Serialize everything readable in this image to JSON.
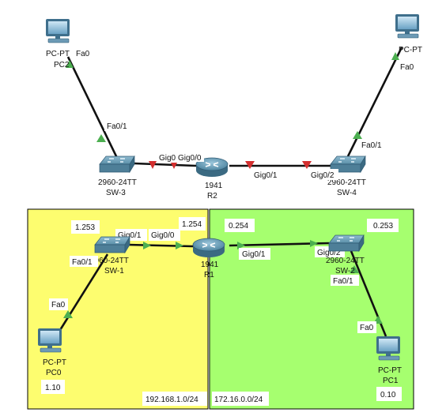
{
  "colors": {
    "zone_left": "#fdfd6f",
    "zone_right": "#a6ff6f",
    "link": "#111111",
    "port_up": "#4caf50",
    "port_down": "#d32f2f",
    "device_body": "#5a8fa8"
  },
  "zones": {
    "left_network": "192.168.1.0/24",
    "right_network": "172.16.0.0/24"
  },
  "devices": {
    "pc2": {
      "model": "PC-PT",
      "name": "PC2",
      "port": "Fa0"
    },
    "pc_top_right": {
      "model": "PC-PT",
      "port": "Fa0"
    },
    "sw3": {
      "model": "2960-24TT",
      "name": "SW-3",
      "port": "Fa0/1",
      "port_r": "Gig0"
    },
    "r2": {
      "model": "1941",
      "name": "R2",
      "port_l": "Gig0/0",
      "port_r": "Gig0/1"
    },
    "sw4": {
      "model": "2960-24TT",
      "name": "SW-4",
      "port": "Fa0/1",
      "port_l": "Gig0/2"
    },
    "sw1": {
      "model": "2960-24TT",
      "name": "SW-1",
      "port_up": "Gig0/1",
      "port_down": "Fa0/1",
      "ip": "1.253"
    },
    "r1": {
      "model": "1941",
      "name": "R1",
      "port_l": "Gig0/0",
      "port_r": "Gig0/1",
      "ip_l": "1.254",
      "ip_r": "0.254"
    },
    "sw2": {
      "model": "2960-24TT",
      "name": "SW-2",
      "port_up": "Gig0/2",
      "port_down": "Fa0/1",
      "ip": "0.253"
    },
    "pc0": {
      "model": "PC-PT",
      "name": "PC0",
      "port": "Fa0",
      "ip": "1.10"
    },
    "pc1": {
      "model": "PC-PT",
      "name": "PC1",
      "port": "Fa0",
      "ip": "0.10"
    }
  }
}
